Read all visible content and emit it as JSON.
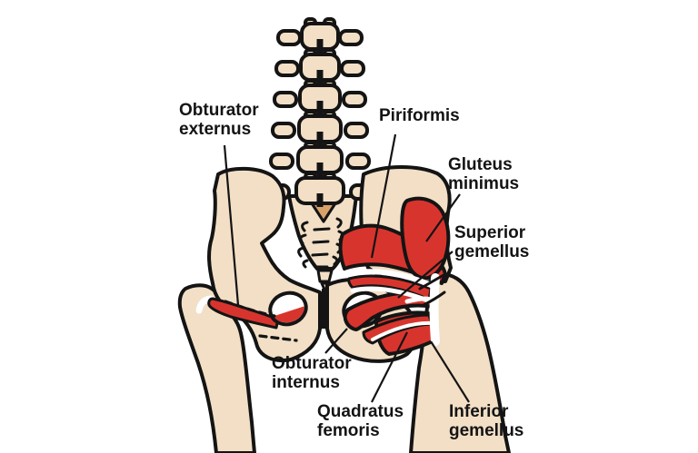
{
  "figure": {
    "type": "anatomical-diagram",
    "subject": "Deep lateral rotator muscles of the hip (posterior pelvis view)",
    "colors": {
      "bg": "#ffffff",
      "bone": "#F2DFC6",
      "muscle": "#D8342E",
      "outline": "#141414",
      "disc": "#D8A26B"
    },
    "labels": [
      {
        "id": "obturator-externus",
        "text": "Obturator\nexternus"
      },
      {
        "id": "piriformis",
        "text": "Piriformis"
      },
      {
        "id": "gluteus-minimus",
        "text": "Gluteus\nminimus"
      },
      {
        "id": "superior-gemellus",
        "text": "Superior\ngemellus"
      },
      {
        "id": "obturator-internus",
        "text": "Obturator\ninternus"
      },
      {
        "id": "quadratus-femoris",
        "text": "Quadratus\nfemoris"
      },
      {
        "id": "inferior-gemellus",
        "text": "Inferior\ngemellus"
      }
    ]
  }
}
